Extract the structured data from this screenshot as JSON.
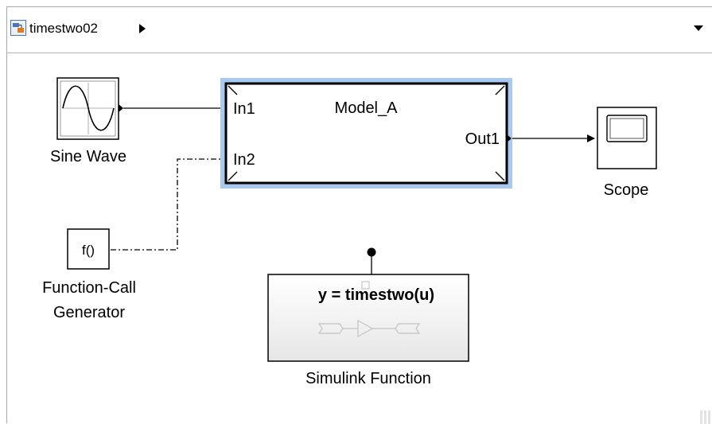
{
  "breadcrumb": {
    "model_name": "timestwo02",
    "model_icon": "simulink-model-icon",
    "expand_icon": "triangle-right-icon",
    "menu_icon": "triangle-down-icon"
  },
  "blocks": {
    "sine_wave": {
      "label": "Sine Wave"
    },
    "function_call_generator": {
      "label_line1": "Function-Call",
      "label_line2": "Generator",
      "glyph": "f()"
    },
    "model_a": {
      "title": "Model_A",
      "in1": "In1",
      "in2": "In2",
      "out1": "Out1"
    },
    "scope": {
      "label": "Scope"
    },
    "simulink_function": {
      "prototype": "y = timestwo(u)",
      "label": "Simulink Function"
    }
  },
  "colors": {
    "selection_highlight": "#a9c9f0",
    "block_border": "#000000",
    "subsystem_fill": "#efefef"
  }
}
